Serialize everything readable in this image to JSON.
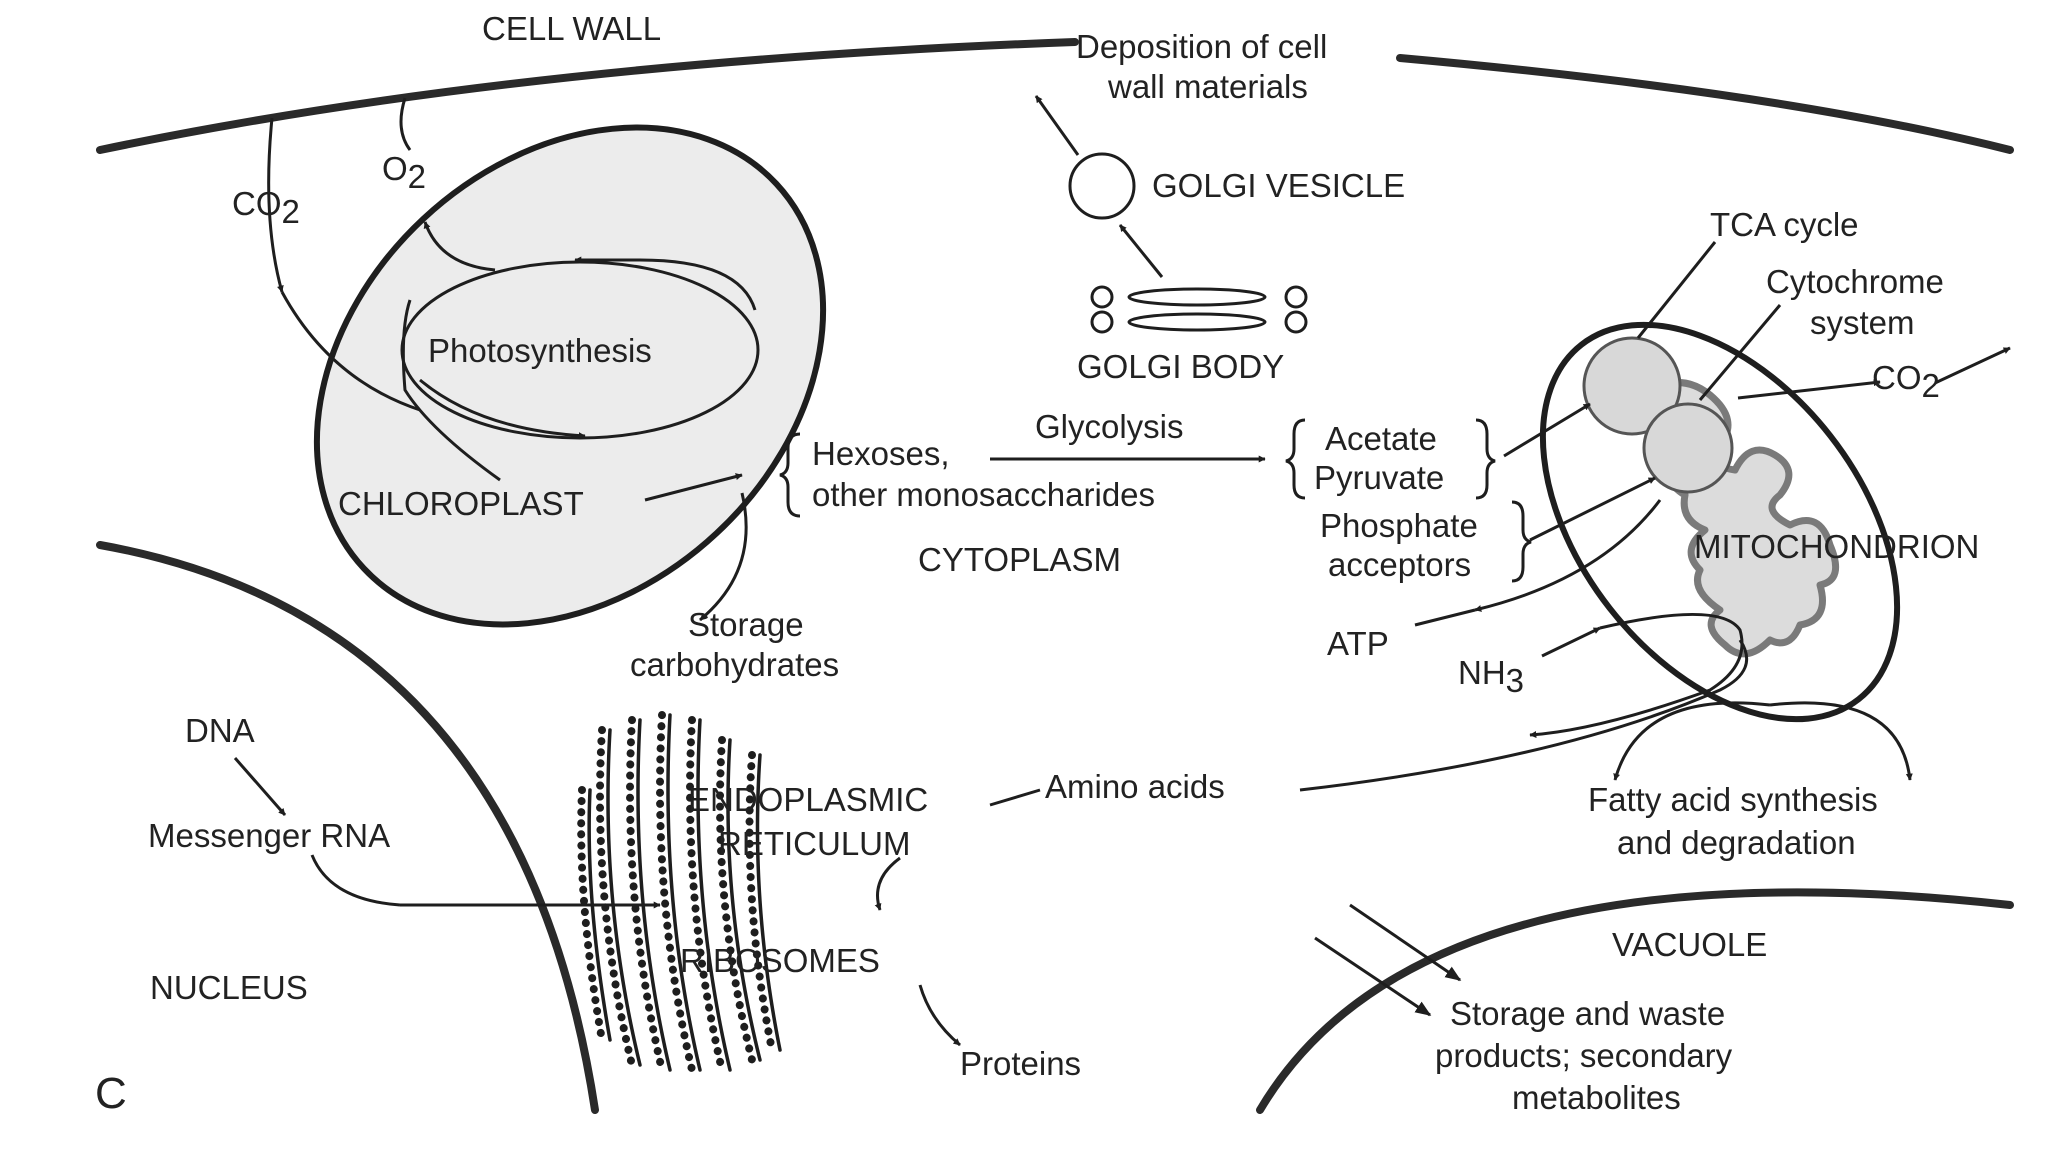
{
  "labels": {
    "cell_wall": "CELL WALL",
    "deposition_line1": "Deposition of cell",
    "deposition_line2": "wall materials",
    "golgi_vesicle": "GOLGI VESICLE",
    "golgi_body": "GOLGI BODY",
    "co2_left": "CO",
    "co2_left_sub": "2",
    "o2": "O",
    "o2_sub": "2",
    "photosynthesis": "Photosynthesis",
    "chloroplast": "CHLOROPLAST",
    "hexoses": "Hexoses,",
    "other_monosaccharides": "other monosaccharides",
    "glycolysis": "Glycolysis",
    "acetate": "Acetate",
    "pyruvate": "Pyruvate",
    "phosphate": "Phosphate",
    "acceptors": "acceptors",
    "tca_cycle": "TCA cycle",
    "cytochrome_line1": "Cytochrome",
    "cytochrome_line2": "system",
    "co2_right": "CO",
    "co2_right_sub": "2",
    "mitochondrion": "MITOCHONDRION",
    "cytoplasm": "CYTOPLASM",
    "storage_line1": "Storage",
    "storage_line2": "carbohydrates",
    "atp": "ATP",
    "nh3": "NH",
    "nh3_sub": "3",
    "dna": "DNA",
    "messenger_rna": "Messenger RNA",
    "endoplasmic": "ENDOPLASMIC",
    "reticulum": "RETICULUM",
    "amino_acids": "Amino acids",
    "fatty_line1": "Fatty acid synthesis",
    "fatty_line2": "and degradation",
    "ribosomes": "RIBOSOMES",
    "nucleus": "NUCLEUS",
    "vacuole": "VACUOLE",
    "storage_waste_line1": "Storage and waste",
    "storage_waste_line2": "products; secondary",
    "storage_waste_line3": "metabolites",
    "proteins": "Proteins",
    "panel_letter": "C"
  }
}
